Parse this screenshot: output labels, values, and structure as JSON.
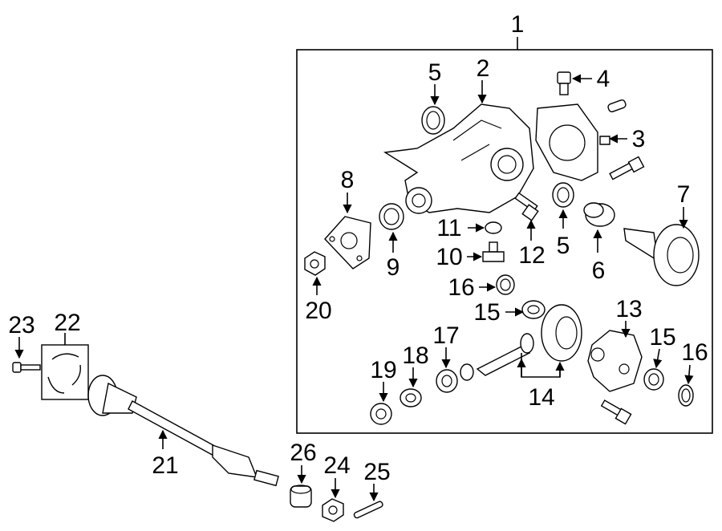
{
  "callouts": {
    "c1": "1",
    "c2": "2",
    "c3": "3",
    "c4": "4",
    "c5a": "5",
    "c5b": "5",
    "c6": "6",
    "c7": "7",
    "c8": "8",
    "c9": "9",
    "c10": "10",
    "c11": "11",
    "c12": "12",
    "c13": "13",
    "c14": "14",
    "c15a": "15",
    "c15b": "15",
    "c16a": "16",
    "c16b": "16",
    "c17": "17",
    "c18": "18",
    "c19": "19",
    "c20": "20",
    "c21": "21",
    "c22": "22",
    "c23": "23",
    "c24": "24",
    "c25": "25",
    "c26": "26"
  }
}
